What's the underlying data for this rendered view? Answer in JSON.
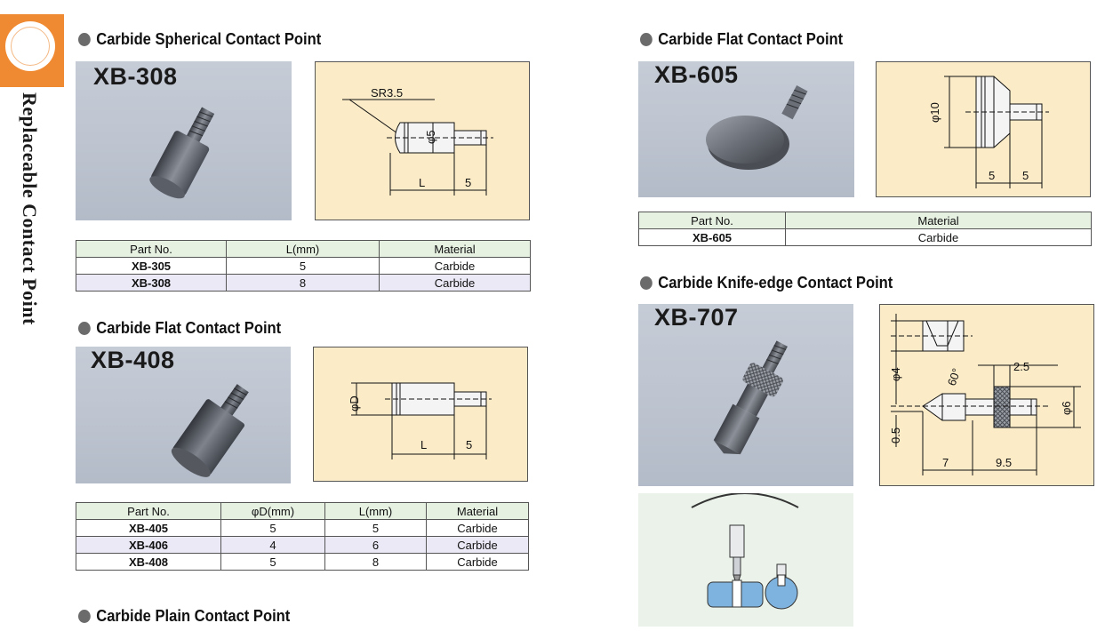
{
  "side_title": "Replaceable Contact Point",
  "sections": {
    "spherical": {
      "heading": "Carbide Spherical Contact Point",
      "photo_label": "XB-308",
      "drawing_labels": {
        "sr": "SR3.5",
        "dia": "φ5",
        "l": "L",
        "five": "5"
      },
      "table": {
        "headers": [
          "Part No.",
          "L(mm)",
          "Material"
        ],
        "rows": [
          [
            "XB-305",
            "5",
            "Carbide"
          ],
          [
            "XB-308",
            "8",
            "Carbide"
          ]
        ]
      }
    },
    "flat408": {
      "heading": "Carbide Flat Contact Point",
      "photo_label": "XB-408",
      "drawing_labels": {
        "dia": "φD",
        "l": "L",
        "five": "5"
      },
      "table": {
        "headers": [
          "Part No.",
          "φD(mm)",
          "L(mm)",
          "Material"
        ],
        "rows": [
          [
            "XB-405",
            "5",
            "5",
            "Carbide"
          ],
          [
            "XB-406",
            "4",
            "6",
            "Carbide"
          ],
          [
            "XB-408",
            "5",
            "8",
            "Carbide"
          ]
        ]
      }
    },
    "plain": {
      "heading": "Carbide Plain Contact Point"
    },
    "flat605": {
      "heading": "Carbide Flat Contact Point",
      "photo_label": "XB-605",
      "drawing_labels": {
        "dia": "φ10",
        "a": "5",
        "b": "5"
      },
      "table": {
        "headers": [
          "Part No.",
          "Material"
        ],
        "rows": [
          [
            "XB-605",
            "Carbide"
          ]
        ]
      }
    },
    "knife": {
      "heading": "Carbide Knife-edge Contact Point",
      "photo_label": "XB-707",
      "drawing_labels": {
        "phi4": "φ4",
        "angle": "60°",
        "w": "2.5",
        "phi6": "φ6",
        "half": "0.5",
        "seven": "7",
        "ninefive": "9.5"
      }
    }
  },
  "colors": {
    "tab": "#f08a32",
    "drawing_bg": "#fcebc7",
    "header_bg": "#e6f1e2",
    "alt_row": "#ebe9f5",
    "photo_bg": "#c2c9d4"
  }
}
